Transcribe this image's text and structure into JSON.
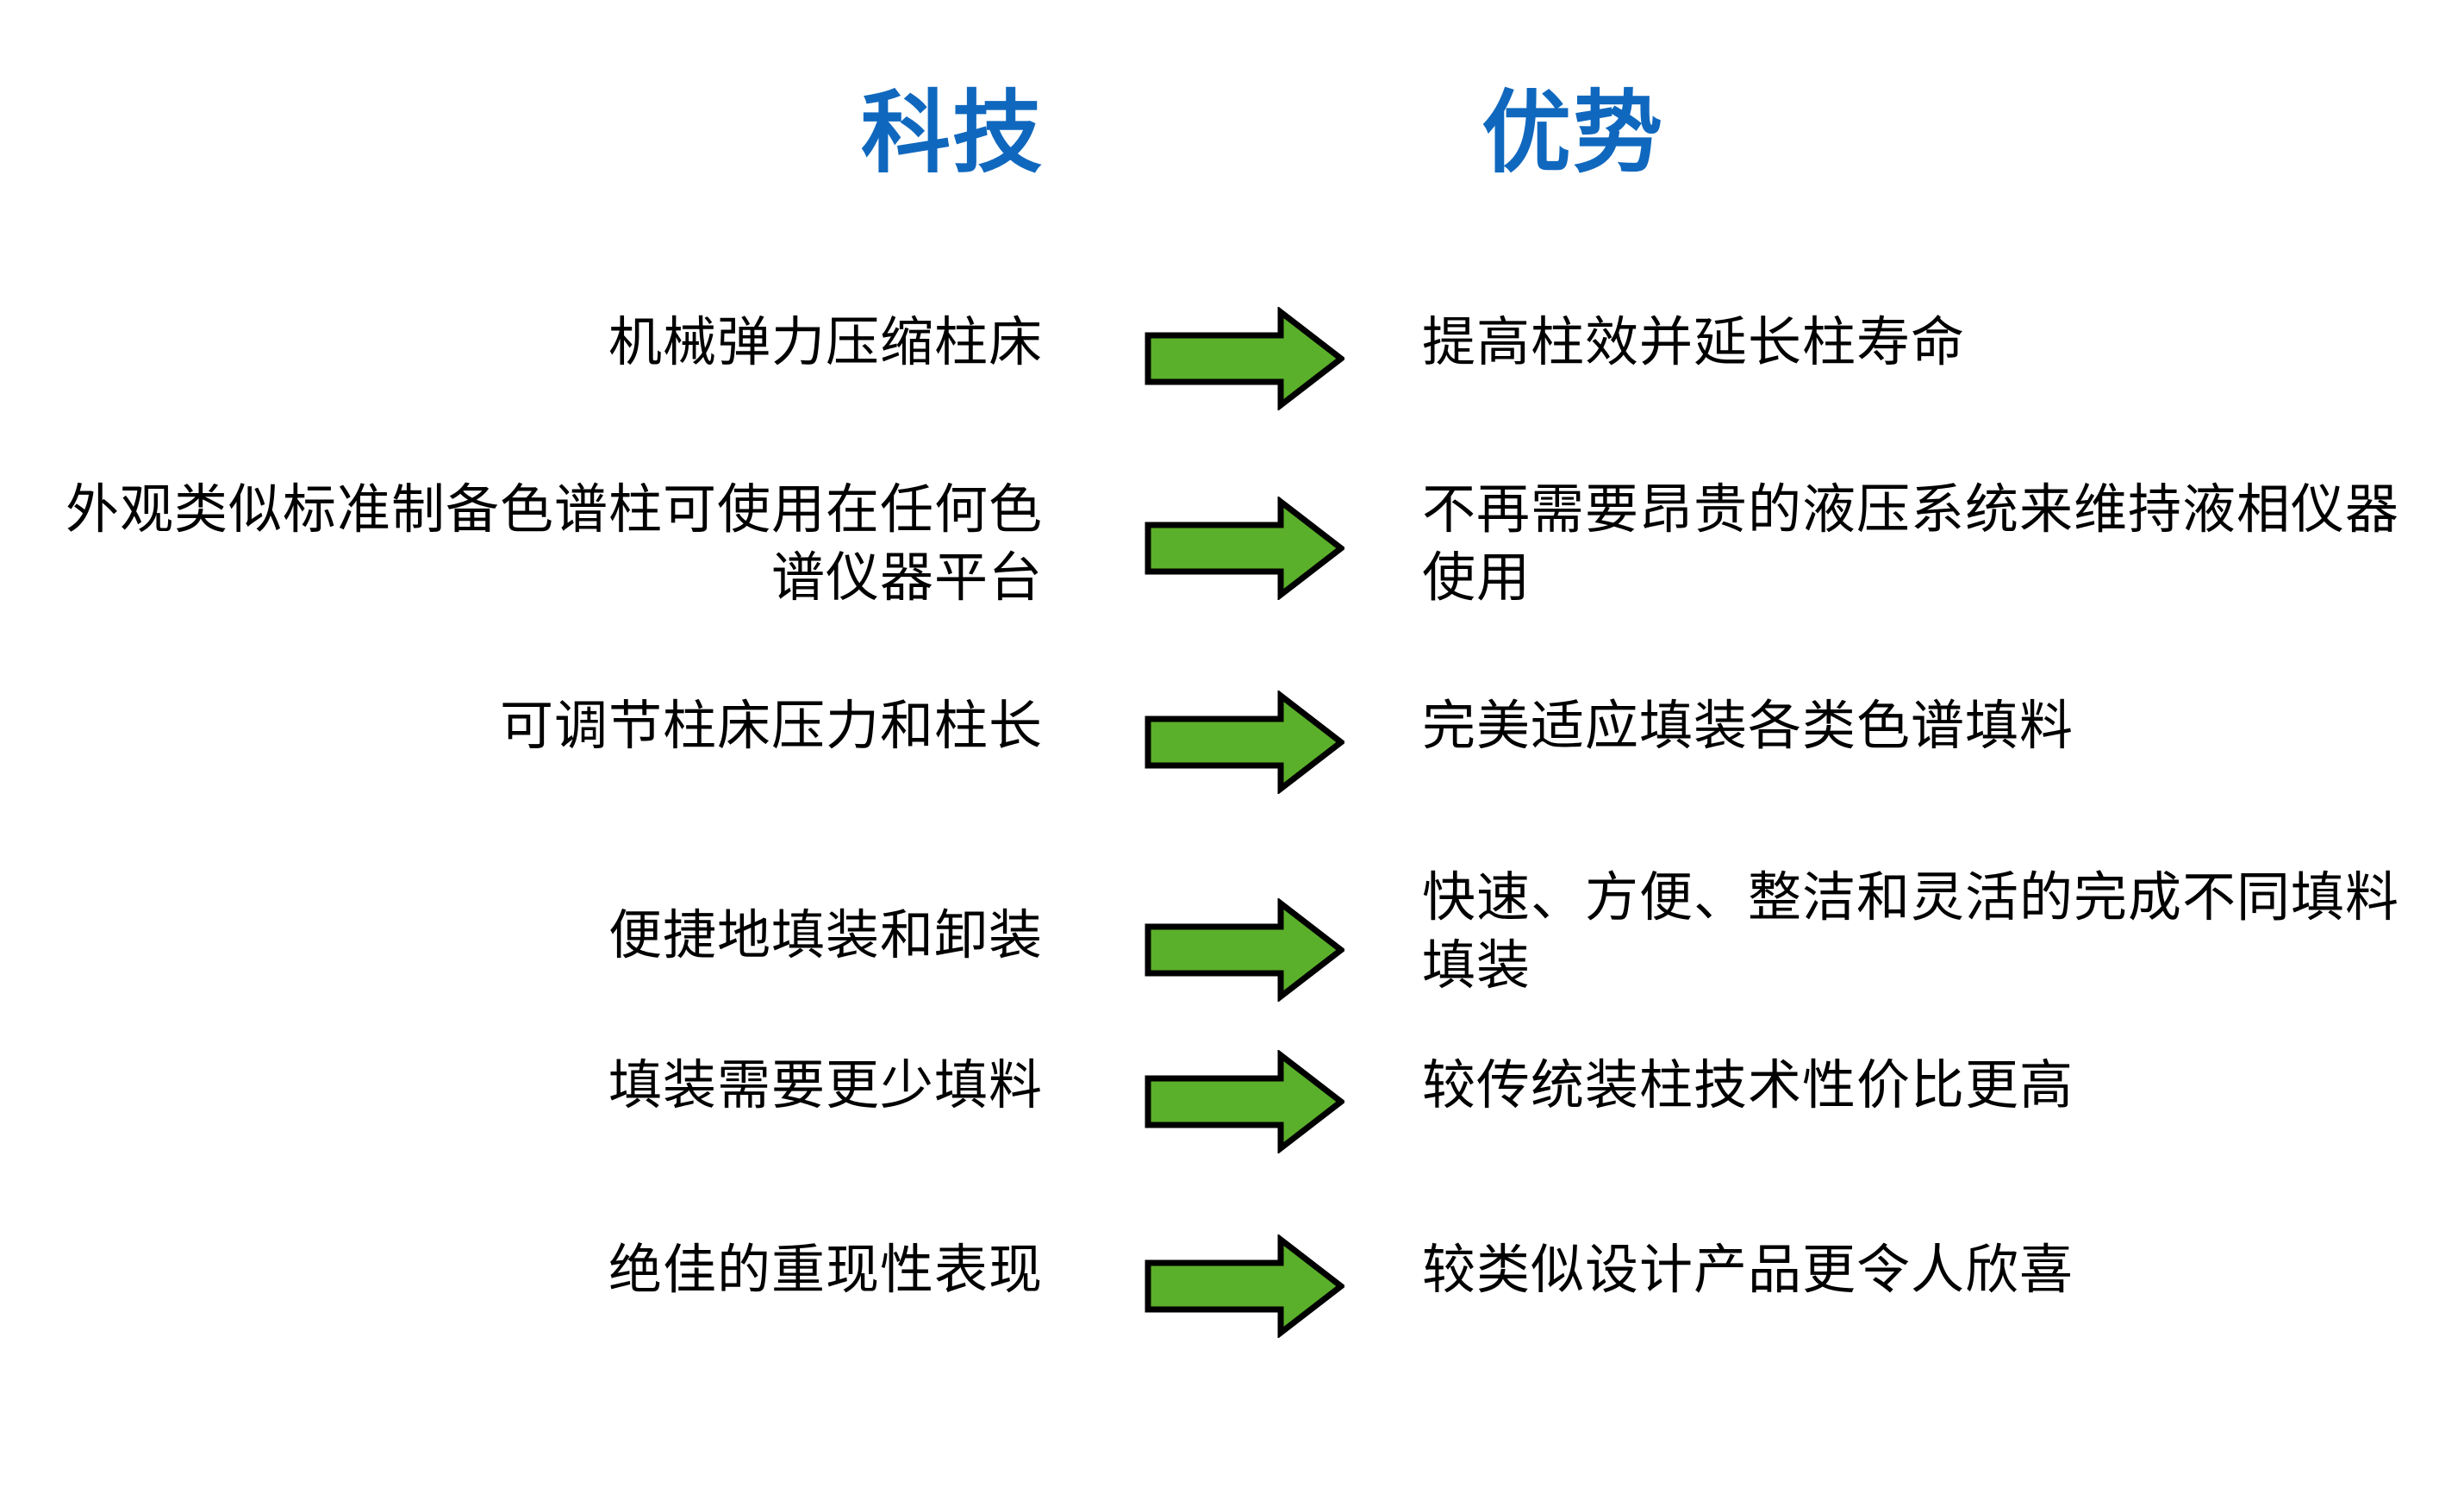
{
  "slide": {
    "background_color": "#ffffff",
    "accent_blue": "#1068BE",
    "arrow_fill": "#5BB02B",
    "arrow_stroke": "#000000",
    "text_color": "#000000"
  },
  "headers": {
    "technology": "科技",
    "benefit": "优势"
  },
  "rows": [
    {
      "technology": "机械弹力压缩柱床",
      "arrow_icon": "right-arrow-icon",
      "benefit": "提高柱效并延长柱寿命"
    },
    {
      "technology": "外观类似标准制备色谱柱可使用在任何色谱仪器平台",
      "arrow_icon": "right-arrow-icon",
      "benefit": "不再需要昂贵的液压系统来维持液相仪器使用"
    },
    {
      "technology": "可调节柱床压力和柱长",
      "arrow_icon": "right-arrow-icon",
      "benefit": "完美适应填装各类色谱填料"
    },
    {
      "technology": "便捷地填装和卸装",
      "arrow_icon": "right-arrow-icon",
      "benefit": "快速、方便、整洁和灵活的完成不同填料填装"
    },
    {
      "technology": "填装需要更少填料",
      "arrow_icon": "right-arrow-icon",
      "benefit": "较传统装柱技术性价比更高"
    },
    {
      "technology": "绝佳的重现性表现",
      "arrow_icon": "right-arrow-icon",
      "benefit": "较类似设计产品更令人欣喜"
    }
  ]
}
